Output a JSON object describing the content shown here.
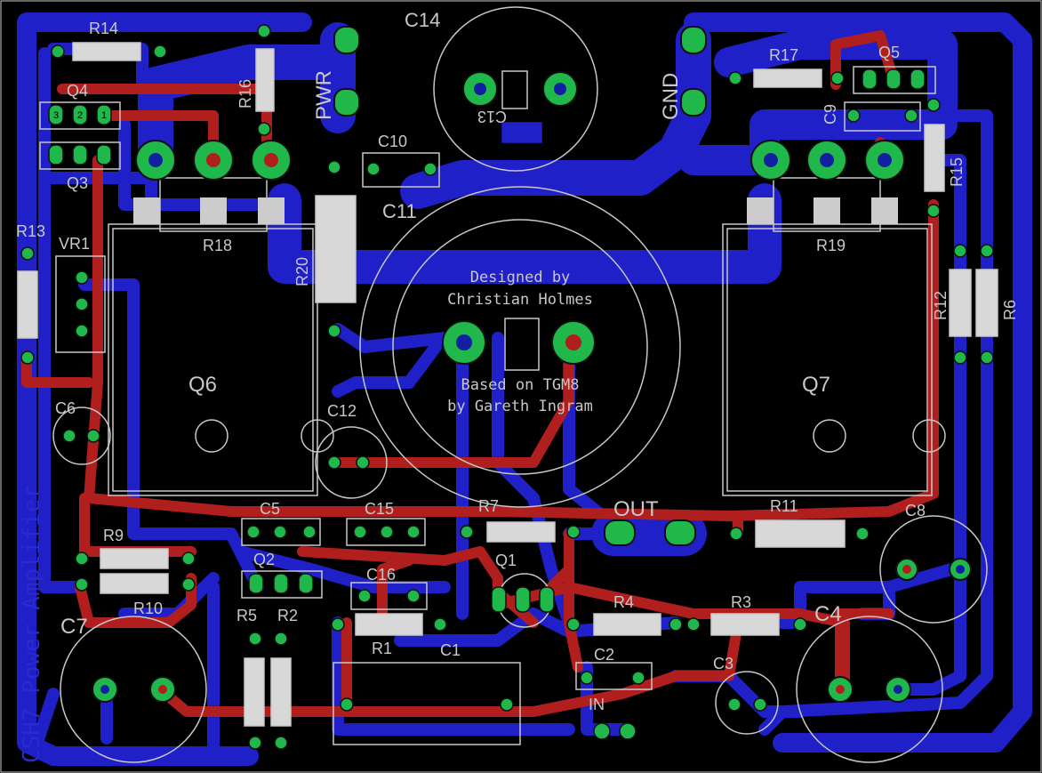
{
  "board": {
    "credits": [
      "Designed by",
      "Christian Holmes",
      "Based on TGM8",
      "by Gareth Ingram"
    ],
    "side_title": "CSH7 Power Amplifier",
    "colors": {
      "background": "#000000",
      "bottom_copper": "#2020c8",
      "top_copper": "#b01e1e",
      "pad": "#20b84a",
      "silkscreen": "#c8c8c8"
    }
  },
  "labels": {
    "C14": "C14",
    "C13": "C13",
    "PWR": "PWR",
    "GND": "GND",
    "R14": "R14",
    "R16": "R16",
    "R17": "R17",
    "Q5": "Q5",
    "Q4": "Q4",
    "Q3": "Q3",
    "C9": "C9",
    "R15": "R15",
    "C10": "C10",
    "C11": "C11",
    "R18": "R18",
    "R19": "R19",
    "R13": "R13",
    "VR1": "VR1",
    "R20": "R20",
    "R12": "R12",
    "R6": "R6",
    "Q6": "Q6",
    "Q7": "Q7",
    "C6": "C6",
    "C12": "C12",
    "R9": "R9",
    "R10": "R10",
    "C5": "C5",
    "C15": "C15",
    "R7": "R7",
    "OUT": "OUT",
    "R11": "R11",
    "C8": "C8",
    "Q2": "Q2",
    "Q1": "Q1",
    "C16": "C16",
    "R5": "R5",
    "R2": "R2",
    "R4": "R4",
    "R3": "R3",
    "C4": "C4",
    "C7": "C7",
    "R1": "R1",
    "C1": "C1",
    "C2": "C2",
    "C3": "C3",
    "IN": "IN"
  },
  "pin_numbers": [
    "3",
    "2",
    "1"
  ]
}
